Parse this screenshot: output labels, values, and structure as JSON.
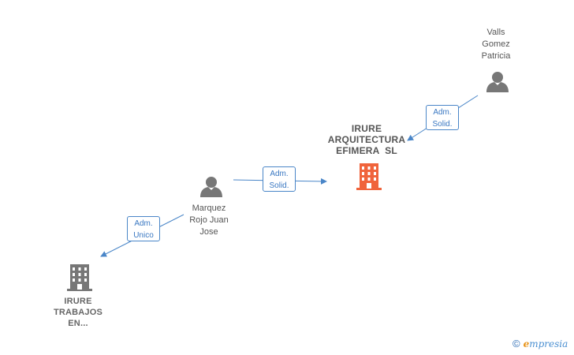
{
  "nodes": {
    "irure_arquitectura": {
      "lines": [
        "IRURE",
        "ARQUITECTURA",
        "EFIMERA  SL"
      ],
      "icon": "building-icon",
      "color": "#f0643c"
    },
    "irure_trabajos": {
      "lines": [
        "IRURE",
        "TRABAJOS",
        "EN..."
      ],
      "icon": "building-icon",
      "color": "#777777"
    },
    "valls": {
      "lines": [
        "Valls",
        "Gomez",
        "Patricia"
      ],
      "icon": "person-icon"
    },
    "marquez": {
      "lines": [
        "Marquez",
        "Rojo Juan",
        "Jose"
      ],
      "icon": "person-icon"
    }
  },
  "edges": [
    {
      "from": "valls",
      "to": "irure_arquitectura",
      "label": [
        "Adm.",
        "Solid."
      ]
    },
    {
      "from": "marquez",
      "to": "irure_arquitectura",
      "label": [
        "Adm.",
        "Solid."
      ]
    },
    {
      "from": "marquez",
      "to": "irure_trabajos",
      "label": [
        "Adm.",
        "Unico"
      ]
    }
  ],
  "colors": {
    "edge": "#4a86c8",
    "person": "#777777"
  },
  "brand": {
    "copyright": "©",
    "initial": "e",
    "name": "mpresia"
  }
}
